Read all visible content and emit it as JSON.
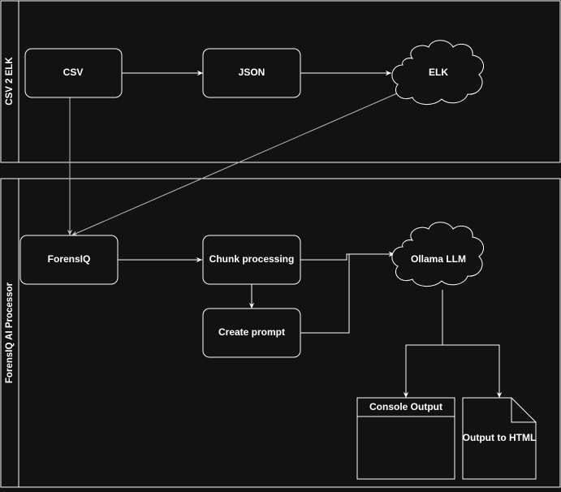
{
  "lanes": [
    {
      "id": "csv2elk",
      "label": "CSV 2 ELK"
    },
    {
      "id": "forensiq",
      "label": "ForensIQ AI Processor"
    }
  ],
  "nodes": {
    "csv": "CSV",
    "json": "JSON",
    "elk": "ELK",
    "forensiq": "ForensIQ",
    "chunk": "Chunk processing",
    "prompt": "Create prompt",
    "ollama": "Ollama LLM",
    "console": "Console Output",
    "html_output": "Output to HTML"
  },
  "colors": {
    "background": "#121212",
    "stroke": "#ffffff",
    "text": "#ffffff",
    "edge_gray": "#bdbdbd"
  }
}
